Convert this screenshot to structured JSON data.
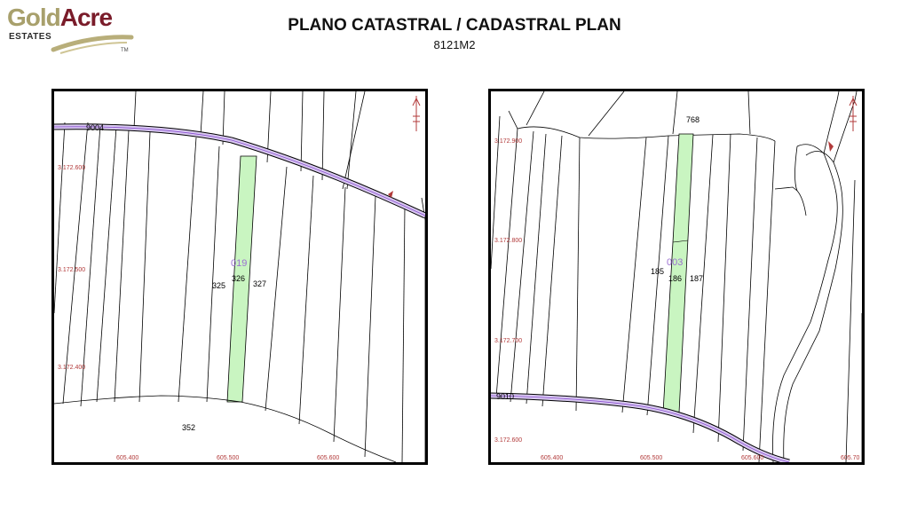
{
  "logo": {
    "word_gold": "Gold",
    "word_acre": "Acre",
    "word_estates": "ESTATES",
    "tm": "TM"
  },
  "header": {
    "title": "PLANO CATASTRAL / CADASTRAL PLAN",
    "subtitle": "8121M2"
  },
  "colors": {
    "parcel_highlight": "#c9f5c1",
    "coord_labels": "#b23a3a",
    "road_band": "#d8c8f0",
    "parcel_ref": "#9b6fd1"
  },
  "map_left": {
    "road_label": "9004",
    "parcel_ref": "019",
    "parcel_numbers": [
      "325",
      "326",
      "327",
      "352"
    ],
    "y_coords": [
      "3.172.600",
      "3.172.500",
      "3.172.400"
    ],
    "x_coords": [
      "605.400",
      "605.500",
      "605.600"
    ]
  },
  "map_right": {
    "road_label": "9010",
    "parcel_ref": "003",
    "parcel_numbers": [
      "768",
      "185",
      "186",
      "187"
    ],
    "y_coords": [
      "3.172.900",
      "3.172.800",
      "3.172.700",
      "3.172.600"
    ],
    "x_coords": [
      "605.400",
      "605.500",
      "605.600",
      "605.70"
    ]
  }
}
